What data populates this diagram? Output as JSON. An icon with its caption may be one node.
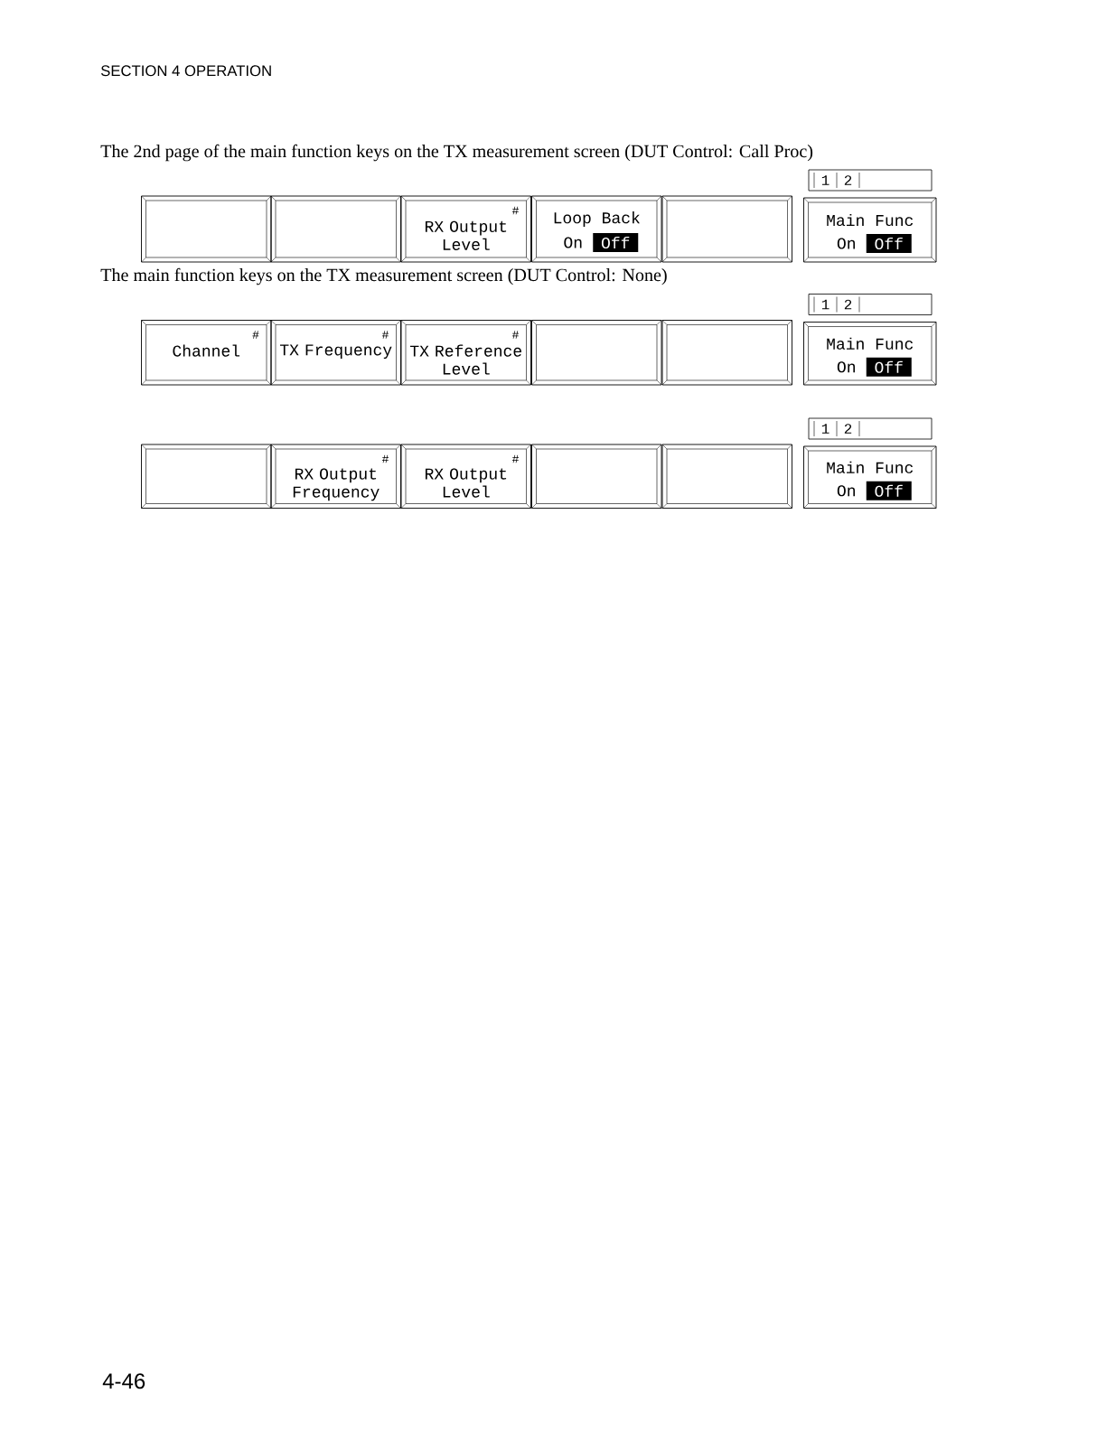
{
  "diagram": {
    "nodes": [
      {
        "text": [
          "1",
          "2"
        ]
      },
      {
        "text": [],
        "shape": "box"
      },
      {
        "text": [],
        "shape": "box"
      },
      {
        "text": [
          "#",
          "RX Output Level"
        ]
      },
      {
        "text": [
          "Loop Back",
          "On",
          "Off"
        ]
      },
      {
        "text": [],
        "shape": "box"
      },
      {
        "text": [
          "Main Func",
          "On",
          "Off"
        ]
      },
      {
        "text": [
          "1",
          "2"
        ]
      },
      {
        "text": [
          "#",
          "Channel"
        ]
      },
      {
        "text": [
          "#",
          "TX Frequency"
        ]
      },
      {
        "text": [
          "#",
          "TX Reference Level"
        ]
      },
      {
        "text": [],
        "shape": "box"
      },
      {
        "text": [],
        "shape": "box"
      },
      {
        "text": [
          "Main Func",
          "On",
          "Off"
        ]
      },
      {
        "text": [
          "1",
          "2"
        ]
      },
      {
        "text": [],
        "shape": "box"
      },
      {
        "text": [
          "#",
          "RX Output Frequency"
        ]
      },
      {
        "text": [
          "#",
          "RX Output Level"
        ]
      },
      {
        "text": [],
        "shape": "box"
      },
      {
        "text": [],
        "shape": "box"
      },
      {
        "text": [
          "Main Func",
          "On",
          "Off"
        ]
      }
    ],
    "labels": [
      "SECTION 4 OPERATION",
      "The 2nd page of the main function keys on the TX measurement screen (DUT Control: Call Proc)",
      "The main function keys on the TX measurement screen (DUT Control: None)",
      "4-46"
    ]
  }
}
